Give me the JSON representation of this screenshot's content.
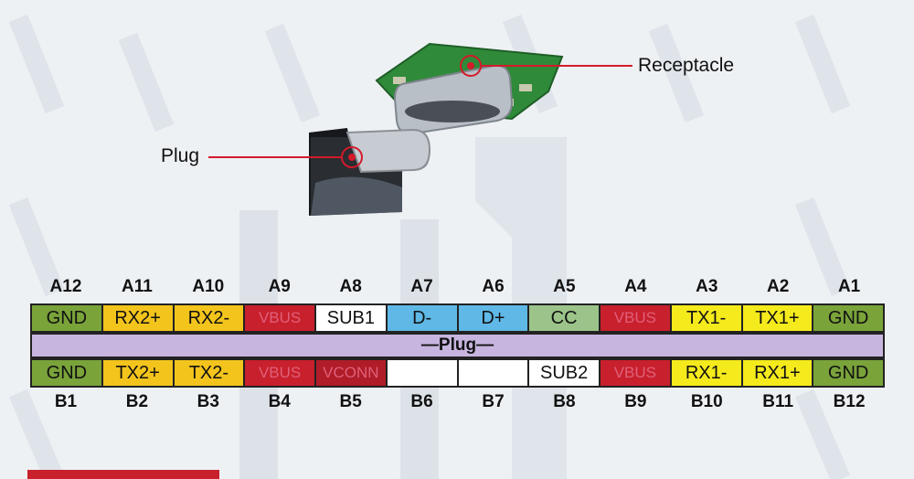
{
  "callouts": {
    "receptacle": "Receptacle",
    "plug": "Plug"
  },
  "plug_band_label": "—Plug—",
  "top_labels": [
    "A12",
    "A11",
    "A10",
    "A9",
    "A8",
    "A7",
    "A6",
    "A5",
    "A4",
    "A3",
    "A2",
    "A1"
  ],
  "bottom_labels": [
    "B1",
    "B2",
    "B3",
    "B4",
    "B5",
    "B6",
    "B7",
    "B8",
    "B9",
    "B10",
    "B11",
    "B12"
  ],
  "top_row": [
    {
      "text": "GND",
      "color": "#7aa33a"
    },
    {
      "text": "RX2+",
      "color": "#f3c41c"
    },
    {
      "text": "RX2-",
      "color": "#f3c41c"
    },
    {
      "text": "VBUS",
      "color": "#c8202c"
    },
    {
      "text": "SUB1",
      "color": "#ffffff"
    },
    {
      "text": "D-",
      "color": "#5fb8e6"
    },
    {
      "text": "D+",
      "color": "#5fb8e6"
    },
    {
      "text": "CC",
      "color": "#9cc48a"
    },
    {
      "text": "VBUS",
      "color": "#c8202c"
    },
    {
      "text": "TX1-",
      "color": "#f5ea1c"
    },
    {
      "text": "TX1+",
      "color": "#f5ea1c"
    },
    {
      "text": "GND",
      "color": "#7aa33a"
    }
  ],
  "bottom_row": [
    {
      "text": "GND",
      "color": "#7aa33a"
    },
    {
      "text": "TX2+",
      "color": "#f3c41c"
    },
    {
      "text": "TX2-",
      "color": "#f3c41c"
    },
    {
      "text": "VBUS",
      "color": "#c8202c"
    },
    {
      "text": "VCONN",
      "color": "#b01c28"
    },
    {
      "text": "",
      "color": "#ffffff"
    },
    {
      "text": "",
      "color": "#ffffff"
    },
    {
      "text": "SUB2",
      "color": "#ffffff"
    },
    {
      "text": "VBUS",
      "color": "#c8202c"
    },
    {
      "text": "RX1-",
      "color": "#f5ea1c"
    },
    {
      "text": "RX1+",
      "color": "#f5ea1c"
    },
    {
      "text": "GND",
      "color": "#7aa33a"
    }
  ]
}
